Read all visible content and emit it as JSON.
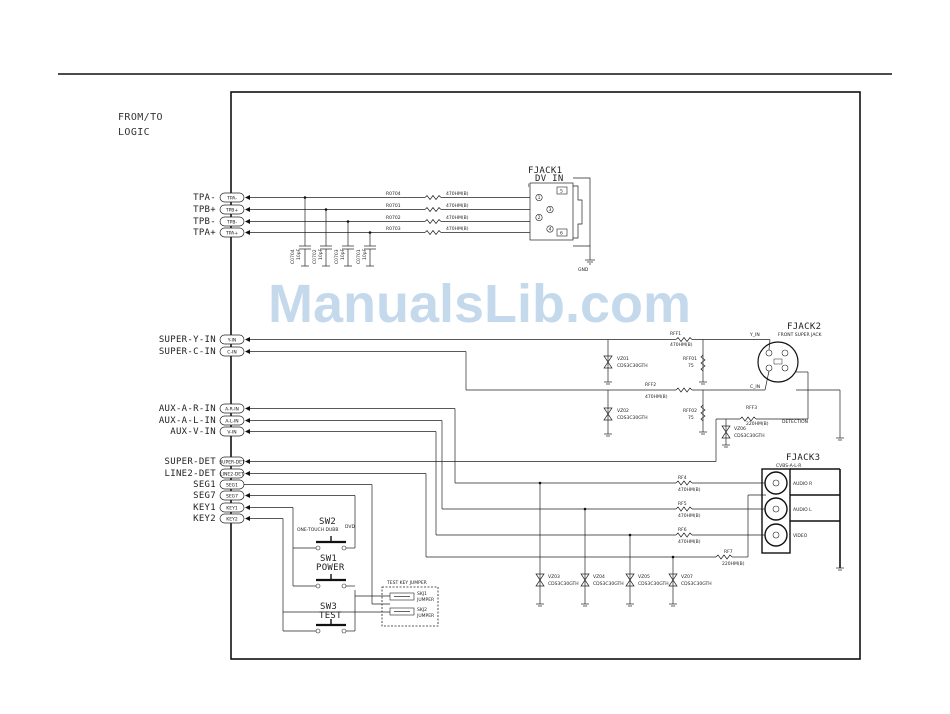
{
  "watermark": "ManualsLib.com",
  "from_to_logic": [
    "FROM/TO",
    "LOGIC"
  ],
  "connector_labels": {
    "tpa_minus": "TPA-",
    "tpb_plus": "TPB+",
    "tpb_minus": "TPB-",
    "tpa_plus": "TPA+",
    "super_y_in": "SUPER-Y-IN",
    "super_c_in": "SUPER-C-IN",
    "aux_a_r_in": "AUX-A-R-IN",
    "aux_a_l_in": "AUX-A-L-IN",
    "aux_v_in": "AUX-V-IN",
    "super_det": "SUPER-DET",
    "line2_det": "LINE2-DET",
    "seg1": "SEG1",
    "seg7": "SEG7",
    "key1": "KEY1",
    "key2": "KEY2"
  },
  "port_tags": {
    "tpa_minus": "TPA-",
    "tpb_plus": "TPB+",
    "tpb_minus": "TPB-",
    "tpa_plus": "TPA+",
    "super_y_in": "Y-IN",
    "super_c_in": "C-IN",
    "aux_a_r_in": "A-R-IN",
    "aux_a_l_in": "A-L-IN",
    "aux_v_in": "V-IN",
    "super_det": "SUPER-DET",
    "line2_det": "LINE2-DET",
    "seg1": "SEG1",
    "seg7": "SEG7",
    "key1": "KEY1",
    "key2": "KEY2"
  },
  "fjack1": {
    "name": "FJACK1",
    "sub": "DV IN",
    "type": "IEEE1394",
    "pins": [
      "1",
      "3",
      "2",
      "4",
      "5",
      "6"
    ],
    "gnd": "GND"
  },
  "dv_resistors": [
    {
      "ref": "R0704",
      "value": "470HM(B)"
    },
    {
      "ref": "R0701",
      "value": "470HM(B)"
    },
    {
      "ref": "R0702",
      "value": "470HM(B)"
    },
    {
      "ref": "R0703",
      "value": "470HM(B)"
    }
  ],
  "dv_caps": [
    "C0704",
    "C0702",
    "C0703",
    "C0701"
  ],
  "cap_value": "10pF",
  "fjack2": {
    "name": "FJACK2",
    "sub": "FRONT SUPER JACK",
    "y_label": "Y_IN",
    "c_label": "C_IN",
    "det_label": "DETECTION"
  },
  "super_parts": {
    "rff1": {
      "ref": "RFF1",
      "value": "470HM(B)"
    },
    "rff2": {
      "ref": "RFF2",
      "value": "470HM(B)"
    },
    "rff3": {
      "ref": "RFF3",
      "value": "220HM(B)"
    },
    "rff01": {
      "ref": "RFF01",
      "value": "75"
    },
    "rff02": {
      "ref": "RFF02",
      "value": "75"
    },
    "vz01": {
      "ref": "VZ01",
      "value": "CDS3C30GTH"
    },
    "vz02": {
      "ref": "VZ02",
      "value": "CDS3C30GTH"
    },
    "vz06": {
      "ref": "VZ06",
      "value": "CDS3C30GTH"
    }
  },
  "fjack3": {
    "name": "FJACK3",
    "sub": "CVBS-A-L-R",
    "audio_r": "AUDIO R",
    "audio_l": "AUDIO L",
    "video": "VIDEO"
  },
  "aux_parts": {
    "rf4": {
      "ref": "RF4",
      "value": "470HM(B)"
    },
    "rf5": {
      "ref": "RF5",
      "value": "470HM(B)"
    },
    "rf6": {
      "ref": "RF6",
      "value": "470HM(B)"
    },
    "rf7": {
      "ref": "RF7",
      "value": "220HM(B)"
    },
    "vz03": {
      "ref": "VZ03",
      "value": "CDS3C30GTH"
    },
    "vz04": {
      "ref": "VZ04",
      "value": "CDS3C30GTH"
    },
    "vz05": {
      "ref": "VZ05",
      "value": "CDS3C30GTH"
    },
    "vz07": {
      "ref": "VZ07",
      "value": "CDS3C30GTH"
    }
  },
  "switches": {
    "sw2": {
      "name": "SW2",
      "desc": "ONE-TOUCH DUBB",
      "tag": "DVD"
    },
    "sw1": {
      "name": "SW1",
      "desc": "POWER"
    },
    "sw3": {
      "name": "SW3",
      "desc": "TEST"
    }
  },
  "test_jumper": {
    "title": "TEST KEY JUMPER",
    "j1": "SKJ1",
    "j1_label": "JUMPER",
    "j2": "SKJ2",
    "j2_label": "JUMPER"
  }
}
